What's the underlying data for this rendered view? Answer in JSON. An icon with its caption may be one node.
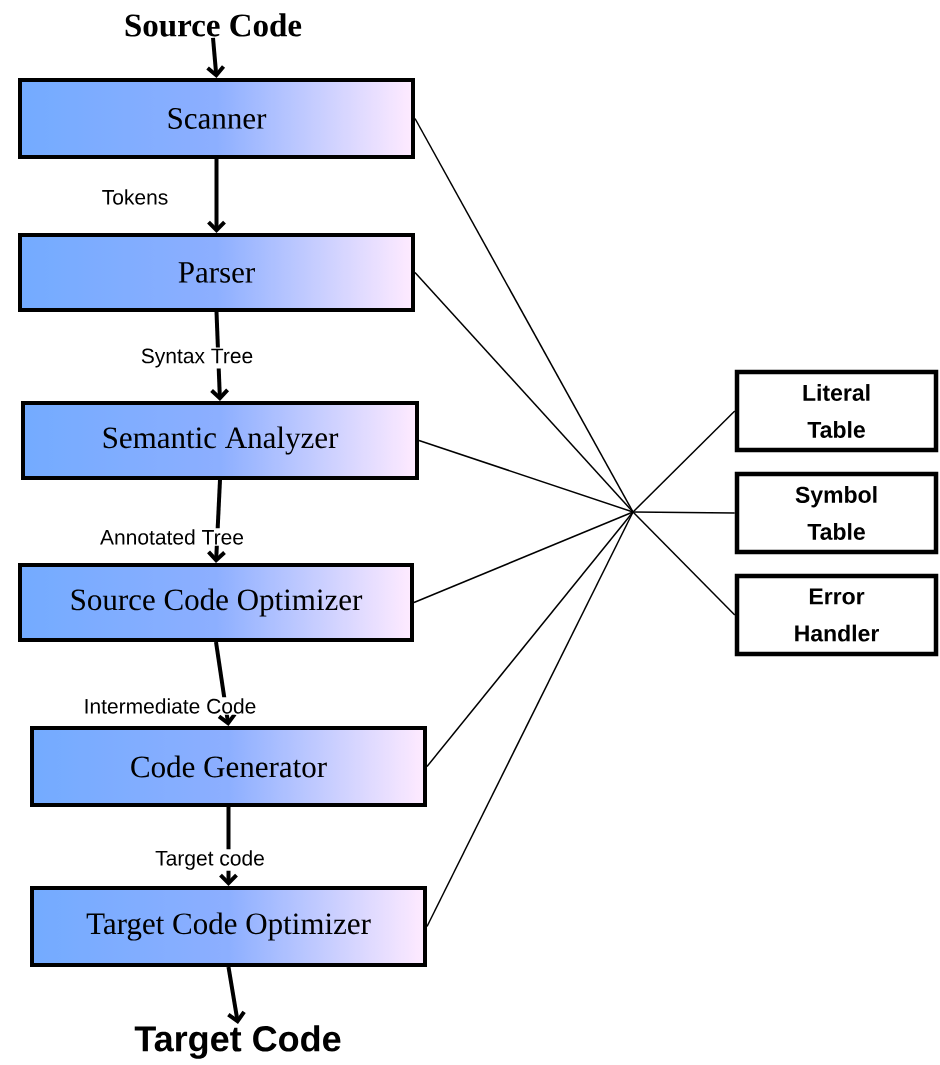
{
  "diagram": {
    "nodes": [
      {
        "text": [
          "Source Code"
        ]
      },
      {
        "text": [
          "Scanner"
        ]
      },
      {
        "text": [
          "Parser"
        ]
      },
      {
        "text": [
          "Semantic Analyzer"
        ]
      },
      {
        "text": [
          "Source Code Optimizer"
        ]
      },
      {
        "text": [
          "Code Generator"
        ]
      },
      {
        "text": [
          "Target Code Optimizer"
        ]
      },
      {
        "text": [
          "Target Code"
        ]
      },
      {
        "text": [
          "Literal Table"
        ]
      },
      {
        "text": [
          "Symbol Table"
        ]
      },
      {
        "text": [
          "Error Handler"
        ]
      }
    ],
    "edges": [
      {
        "from": 0,
        "to": 1,
        "arrow": "to",
        "style": "thick"
      },
      {
        "from": 1,
        "to": 2,
        "arrow": "to",
        "style": "thick",
        "label": "Tokens"
      },
      {
        "from": 2,
        "to": 3,
        "arrow": "to",
        "style": "thick",
        "label": "Syntax Tree"
      },
      {
        "from": 3,
        "to": 4,
        "arrow": "to",
        "style": "thick",
        "label": "Annotated Tree"
      },
      {
        "from": 4,
        "to": 5,
        "arrow": "to",
        "style": "thick",
        "label": "Intermediate Code"
      },
      {
        "from": 5,
        "to": 6,
        "arrow": "to",
        "style": "thick",
        "label": "Target code"
      },
      {
        "from": 6,
        "to": 7,
        "arrow": "to",
        "style": "thick"
      },
      {
        "from": 1,
        "to": 8,
        "arrow": "none"
      },
      {
        "from": 1,
        "to": 9,
        "arrow": "none"
      },
      {
        "from": 1,
        "to": 10,
        "arrow": "none"
      },
      {
        "from": 2,
        "to": 8,
        "arrow": "none"
      },
      {
        "from": 2,
        "to": 9,
        "arrow": "none"
      },
      {
        "from": 2,
        "to": 10,
        "arrow": "none"
      },
      {
        "from": 3,
        "to": 8,
        "arrow": "none"
      },
      {
        "from": 3,
        "to": 9,
        "arrow": "none"
      },
      {
        "from": 3,
        "to": 10,
        "arrow": "none"
      },
      {
        "from": 4,
        "to": 8,
        "arrow": "none"
      },
      {
        "from": 4,
        "to": 9,
        "arrow": "none"
      },
      {
        "from": 4,
        "to": 10,
        "arrow": "none"
      },
      {
        "from": 5,
        "to": 8,
        "arrow": "none"
      },
      {
        "from": 5,
        "to": 9,
        "arrow": "none"
      },
      {
        "from": 5,
        "to": 10,
        "arrow": "none"
      },
      {
        "from": 6,
        "to": 8,
        "arrow": "none"
      },
      {
        "from": 6,
        "to": 9,
        "arrow": "none"
      },
      {
        "from": 6,
        "to": 10,
        "arrow": "none"
      }
    ]
  }
}
